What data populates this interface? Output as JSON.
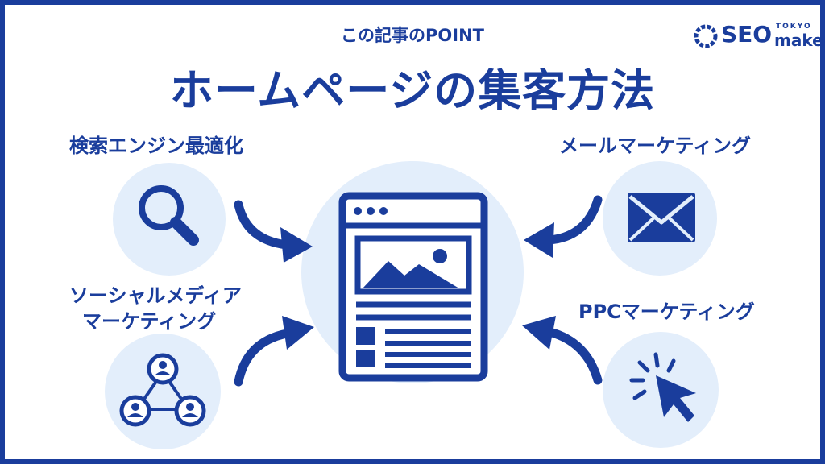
{
  "header": {
    "subtitle": "この記事のPOINT",
    "title": "ホームページの集客方法"
  },
  "logo": {
    "main": "SEO",
    "top": "TOKYO",
    "bottom": "maker"
  },
  "methods": {
    "seo": "検索エンジン最適化",
    "email": "メールマーケティング",
    "social_line1": "ソーシャルメディア",
    "social_line2": "マーケティング",
    "ppc": "PPCマーケティング"
  },
  "colors": {
    "primary": "#1a3d9c",
    "circle": "#e3eefb"
  },
  "icons": [
    "search-icon",
    "email-icon",
    "social-network-icon",
    "cursor-click-icon",
    "webpage-icon"
  ]
}
